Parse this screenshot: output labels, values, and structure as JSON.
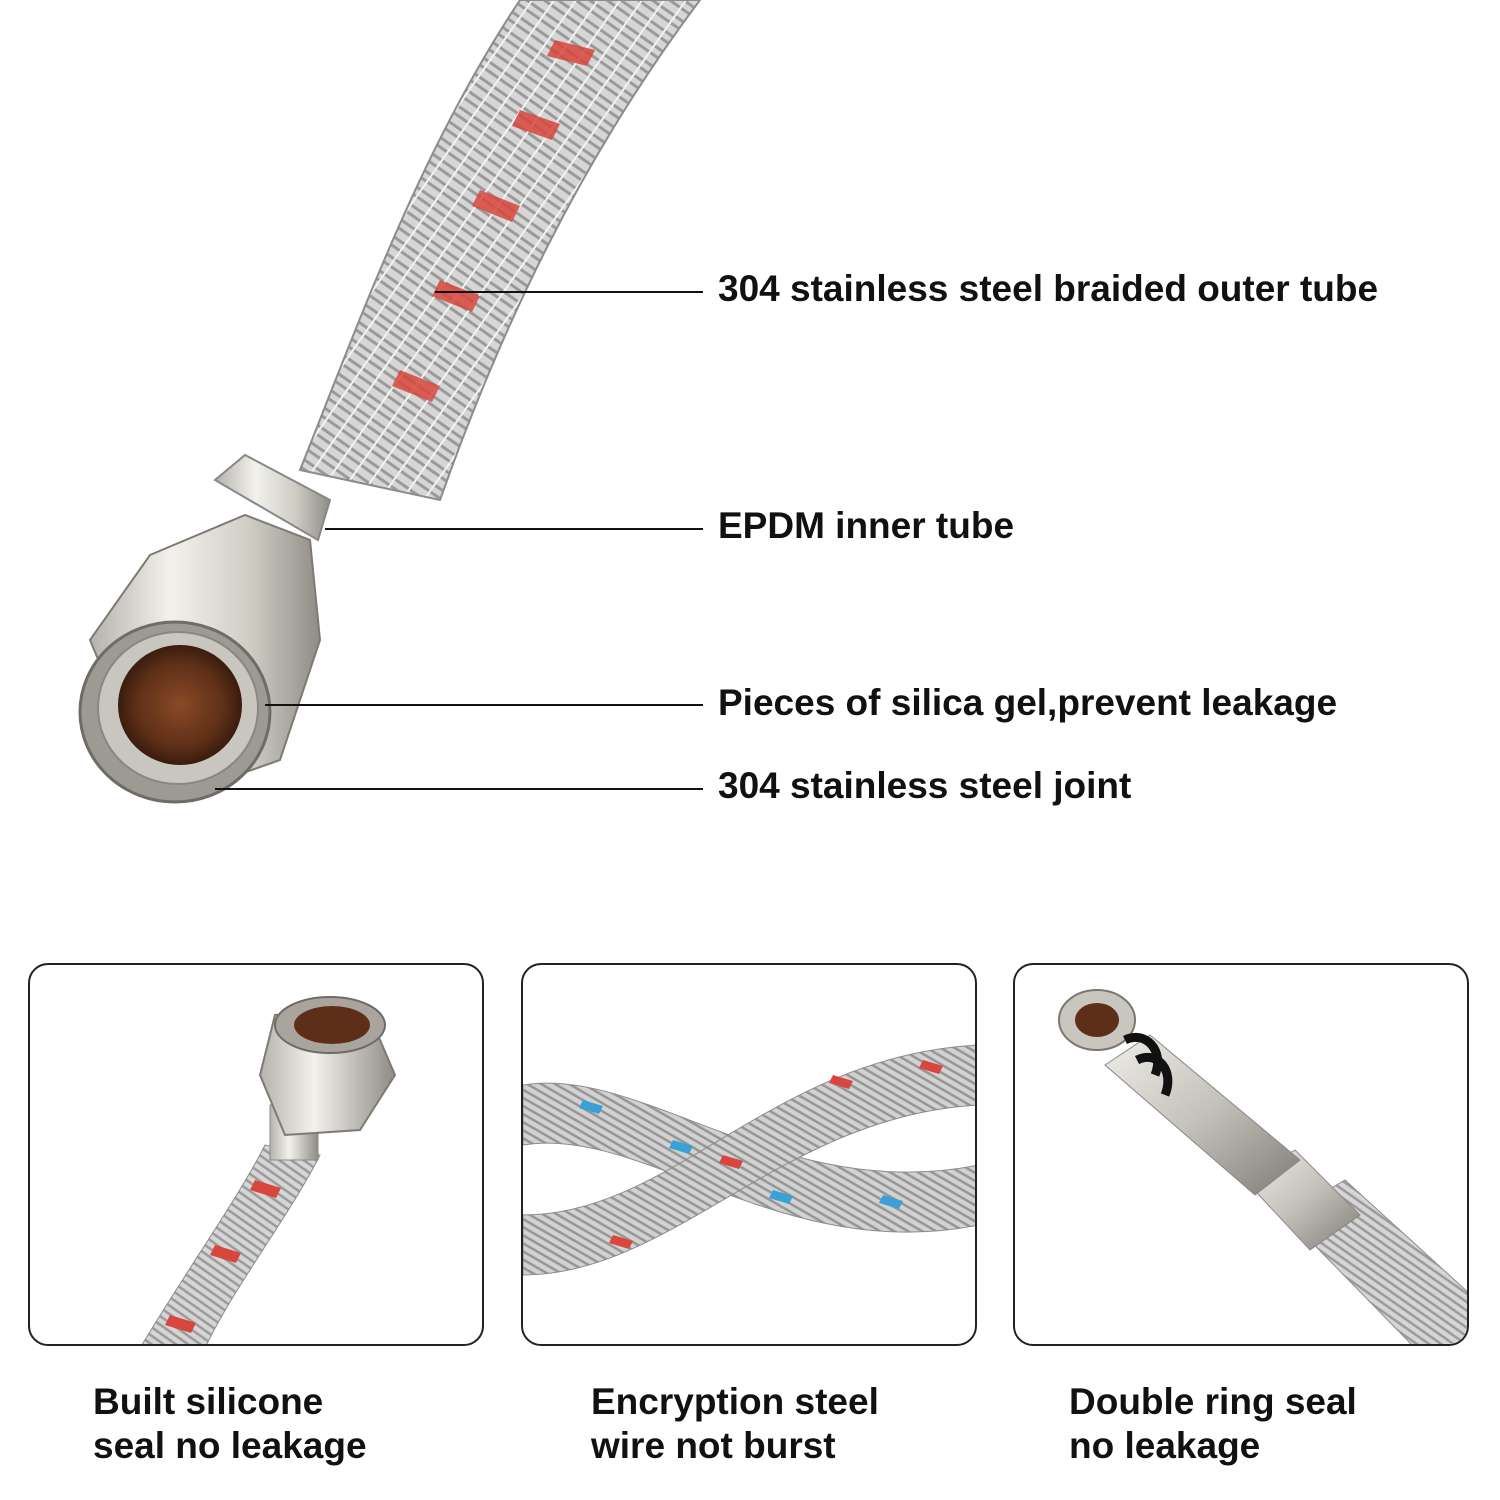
{
  "colors": {
    "steel_light": "#e2e2e2",
    "steel_dark": "#8c8c8c",
    "red_thread": "#d9463d",
    "blue_thread": "#3aa0d8",
    "brass_inner": "#6b3a1f",
    "panel_border": "#222222",
    "text": "#111111"
  },
  "callouts": [
    {
      "text": "304 stainless steel braided outer tube"
    },
    {
      "text": "EPDM inner tube"
    },
    {
      "text": "Pieces of silica gel,prevent leakage"
    },
    {
      "text": "304 stainless steel joint"
    }
  ],
  "panels": [
    {
      "illustration": "female-nut-hose-end",
      "caption_lines": [
        "Built silicone",
        "seal no leakage"
      ]
    },
    {
      "illustration": "twisted-braided-hoses",
      "caption_lines": [
        "Encryption steel",
        "wire not burst"
      ]
    },
    {
      "illustration": "double-o-ring-male-end",
      "caption_lines": [
        "Double ring seal",
        "no leakage"
      ]
    }
  ]
}
